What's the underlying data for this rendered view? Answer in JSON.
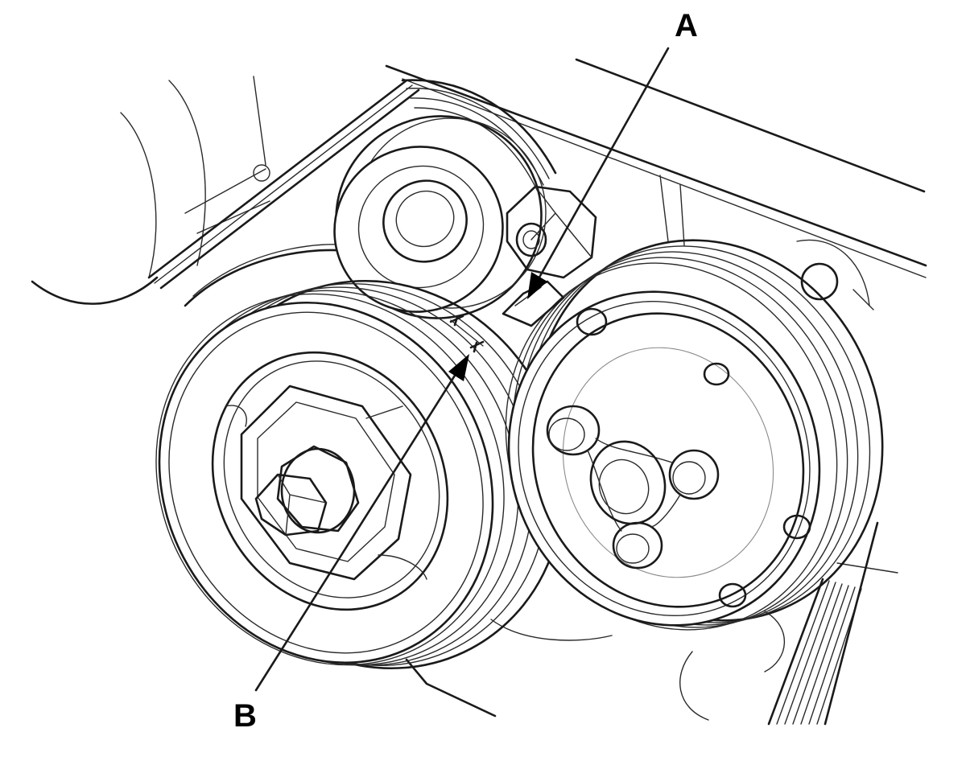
{
  "callouts": [
    {
      "id": "A",
      "label": "A"
    },
    {
      "id": "B",
      "label": "B"
    }
  ],
  "colors": {
    "line": "#1a1a1a",
    "background": "#ffffff"
  }
}
